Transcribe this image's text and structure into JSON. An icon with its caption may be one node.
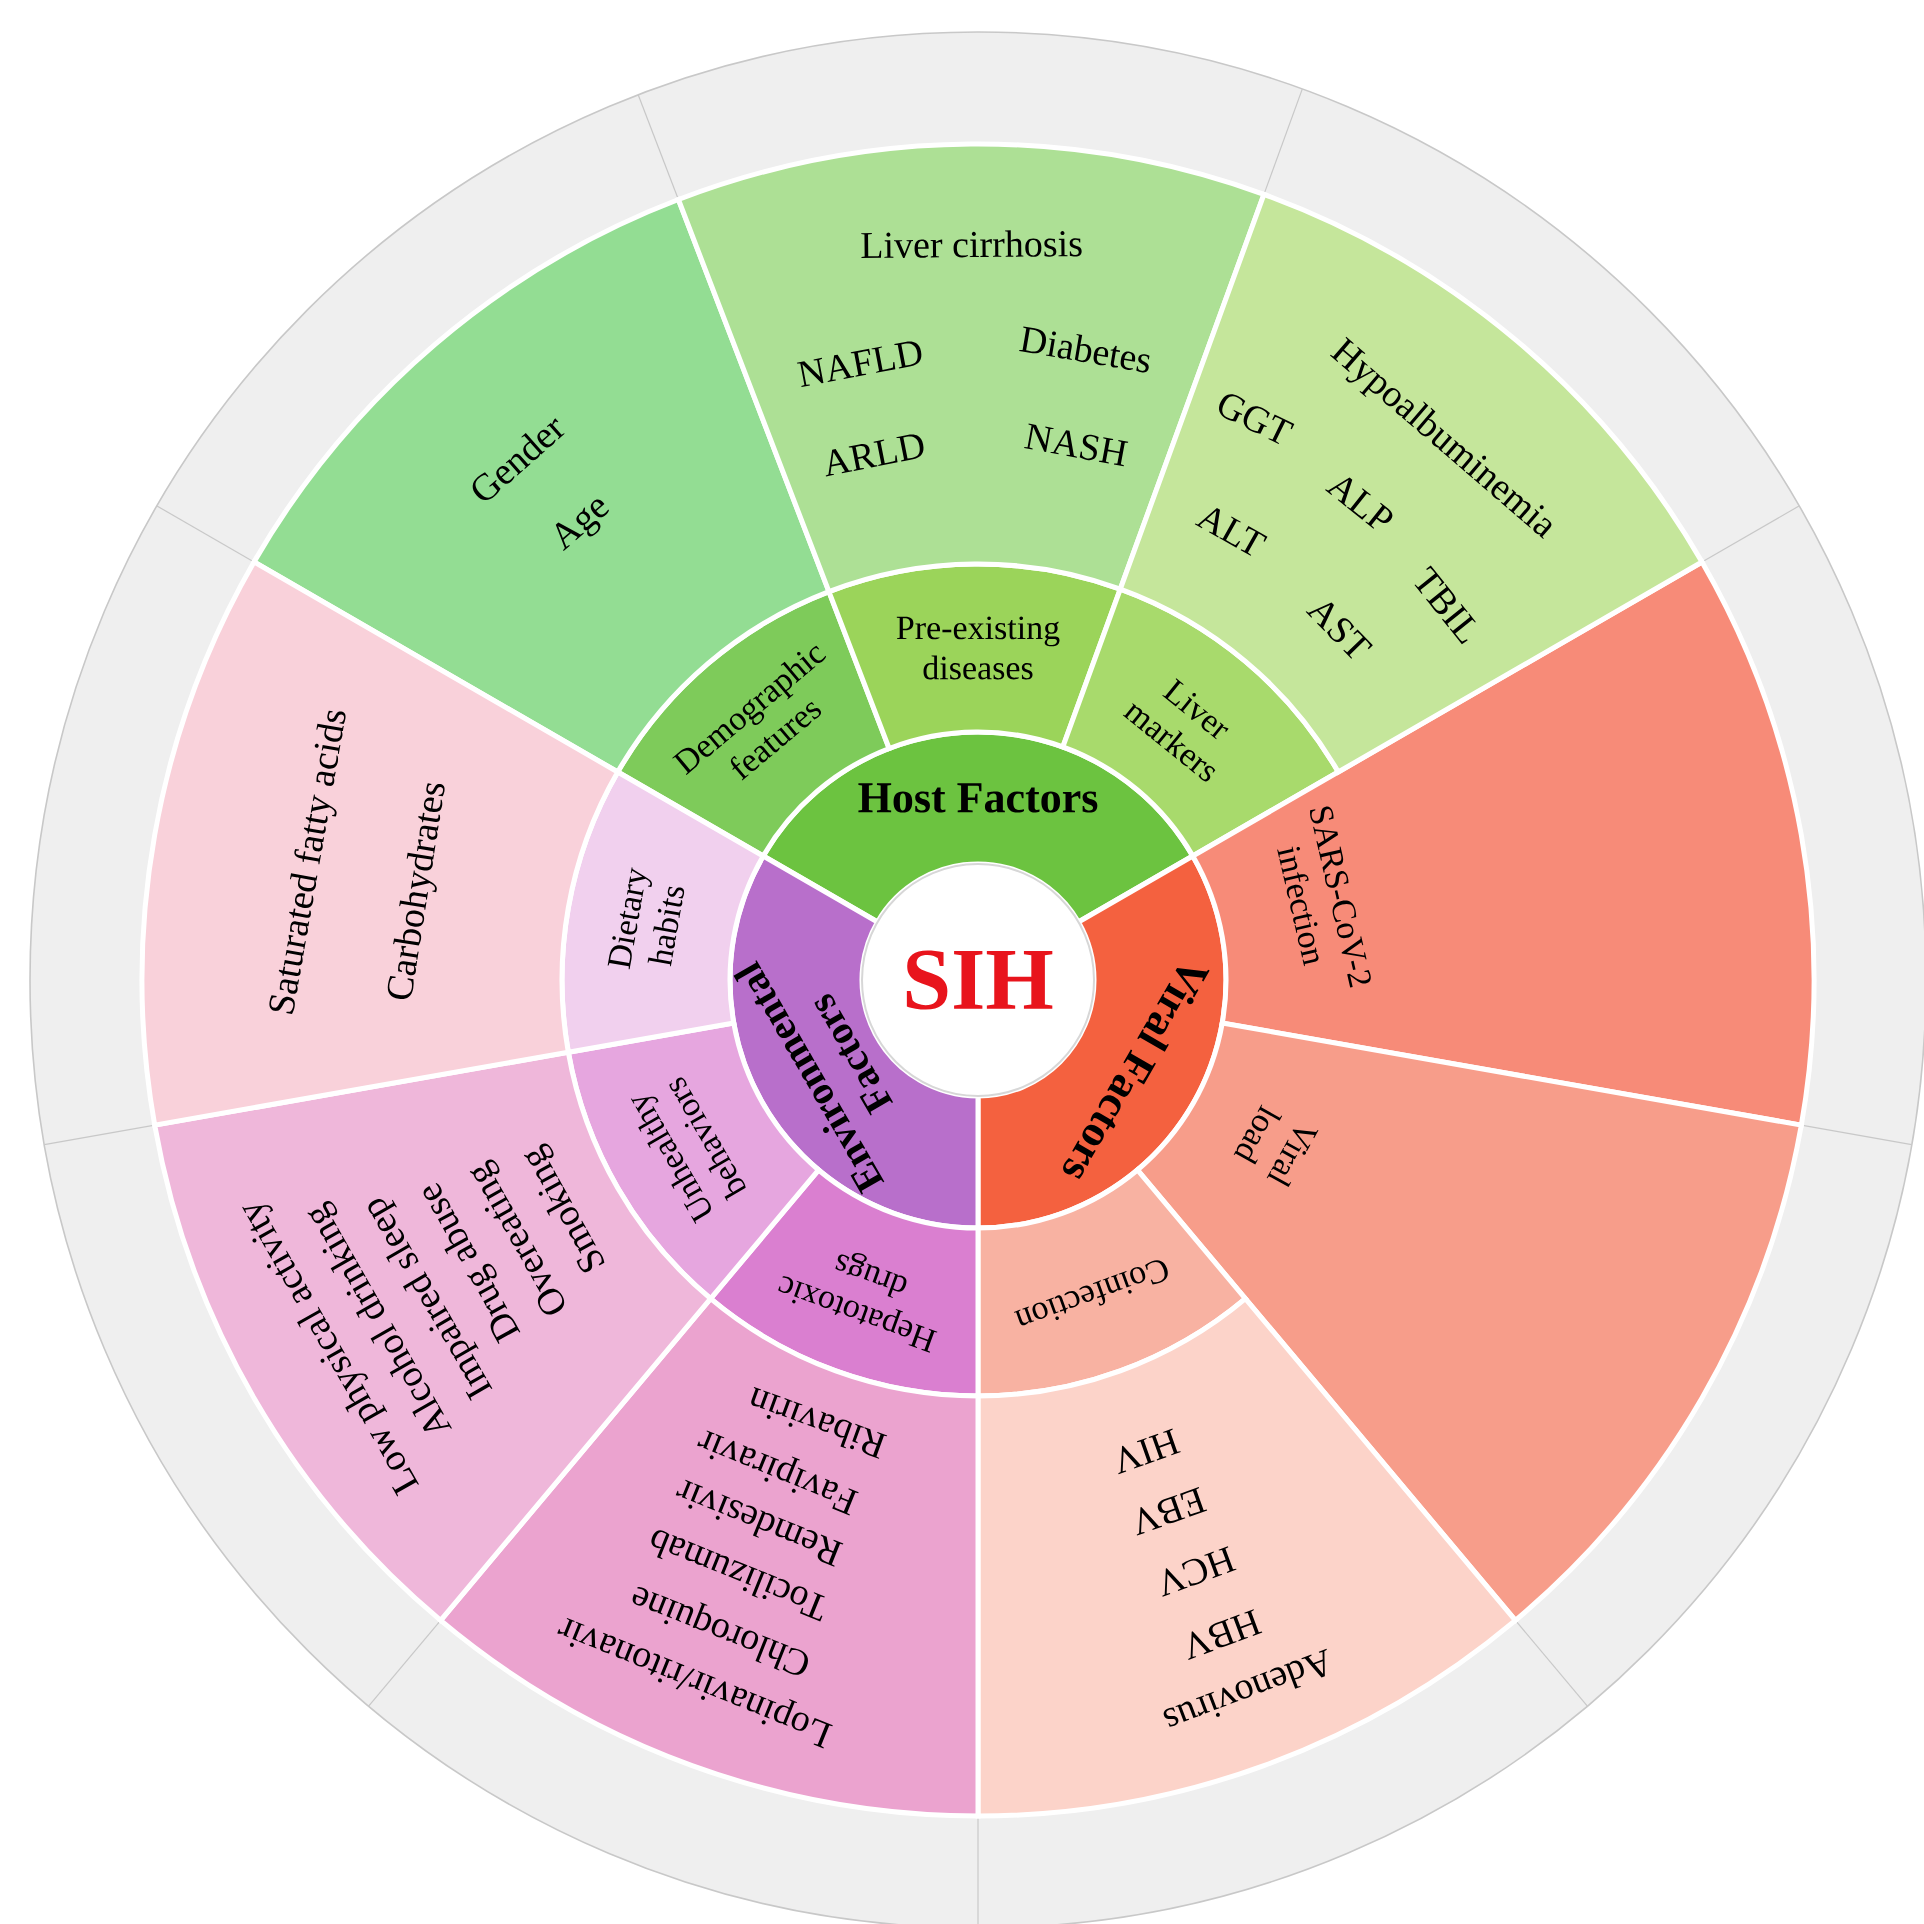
{
  "diagram": {
    "nodes": [
      {
        "text": [
          "SIH"
        ]
      },
      {
        "text": [
          "Host Factors"
        ]
      },
      {
        "text": [
          "Viral Factors"
        ]
      },
      {
        "text": [
          "Environmental Factors"
        ]
      },
      {
        "text": [
          "Demographic features"
        ]
      },
      {
        "text": [
          "Pre-existing diseases"
        ]
      },
      {
        "text": [
          "Liver markers"
        ]
      },
      {
        "text": [
          "SARS-CoV-2 infection"
        ]
      },
      {
        "text": [
          "Viral load"
        ]
      },
      {
        "text": [
          "Coinfection"
        ]
      },
      {
        "text": [
          "Hepatotoxic drugs"
        ]
      },
      {
        "text": [
          "Unhealthy behaviors"
        ]
      },
      {
        "text": [
          "Dietary habits"
        ]
      },
      {
        "text": [
          "Gender",
          "Age"
        ]
      },
      {
        "text": [
          "Liver cirrhosis",
          "NAFLD",
          "Diabetes",
          "ARLD",
          "NASH"
        ]
      },
      {
        "text": [
          "Hypoalbuminemia",
          "GGT",
          "ALP",
          "TBIL",
          "ALT",
          "AST"
        ]
      },
      {
        "text": [
          "Adenovirus",
          "HBV",
          "HCV",
          "EBV",
          "HIV"
        ]
      },
      {
        "text": [
          "Lopinavir/ritonavir",
          "Chloroquine",
          "Tocilizumab",
          "Remdesivir",
          "Favipiravir",
          "Ribavirin"
        ]
      },
      {
        "text": [
          "Low physical activity",
          "Alcohol drinking",
          "Impaired sleep",
          "Drug abuse",
          "Overeating",
          "Smoking"
        ]
      },
      {
        "text": [
          "Saturated fatty acids",
          "Carbohydrates"
        ]
      }
    ]
  }
}
